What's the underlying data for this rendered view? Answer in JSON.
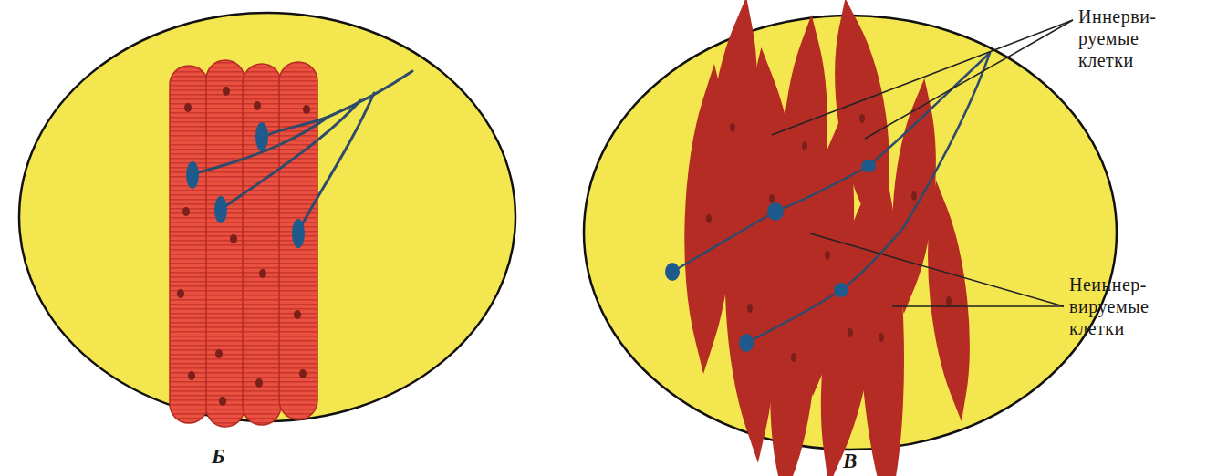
{
  "diagram": {
    "labels": [
      "Б",
      "В",
      "Иннерви- руемые клетки",
      "Неиннер- вируемые клетки"
    ]
  }
}
